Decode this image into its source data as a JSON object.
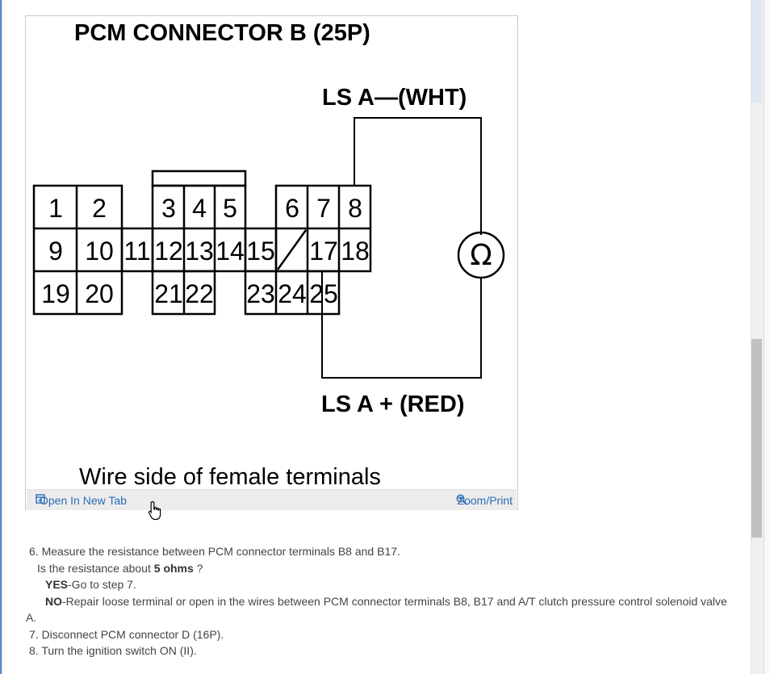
{
  "figure": {
    "title": "PCM CONNECTOR B (25P)",
    "label_top": "LS A—(WHT)",
    "label_bottom": "LS A + (RED)",
    "meter_symbol": "Ω",
    "footer": "Wire side of female terminals",
    "terminals": [
      "1",
      "2",
      "3",
      "4",
      "5",
      "6",
      "7",
      "8",
      "9",
      "10",
      "11",
      "12",
      "13",
      "14",
      "15",
      "17",
      "18",
      "19",
      "20",
      "21",
      "22",
      "23",
      "24",
      "25"
    ],
    "open_new_tab_label": "Open In New Tab",
    "zoom_print_label": "Zoom/Print"
  },
  "steps": {
    "step6": "6. Measure the resistance between PCM connector terminals B8 and B17.",
    "question_prefix": "Is the resistance about ",
    "question_bold": "5 ohms",
    "question_suffix": " ?",
    "yes_label": "YES",
    "yes_text": "-Go to step 7.",
    "no_label": "NO",
    "no_text": "-Repair loose terminal or open in the wires between PCM connector terminals B8, B17 and A/T clutch pressure control solenoid valve",
    "no_text_wrap": "A.",
    "step7": "7. Disconnect PCM connector D (16P).",
    "step8": "8. Turn the ignition switch ON (II)."
  }
}
